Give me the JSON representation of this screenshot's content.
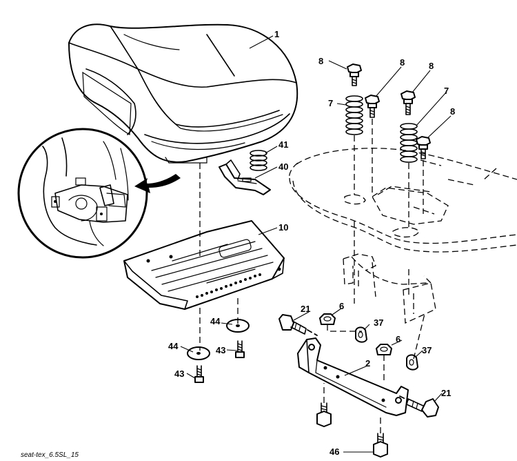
{
  "callouts": {
    "c1": "1",
    "c2": "2",
    "c6a": "6",
    "c6b": "6",
    "c7a": "7",
    "c7b": "7",
    "c8a": "8",
    "c8b": "8",
    "c8c": "8",
    "c8d": "8",
    "c10": "10",
    "c21a": "21",
    "c21b": "21",
    "c37a": "37",
    "c37b": "37",
    "c40": "40",
    "c41": "41",
    "c43a": "43",
    "c43b": "43",
    "c44a": "44",
    "c44b": "44",
    "c46": "46"
  },
  "figure_id": "seat-tex_6.5SL_15"
}
